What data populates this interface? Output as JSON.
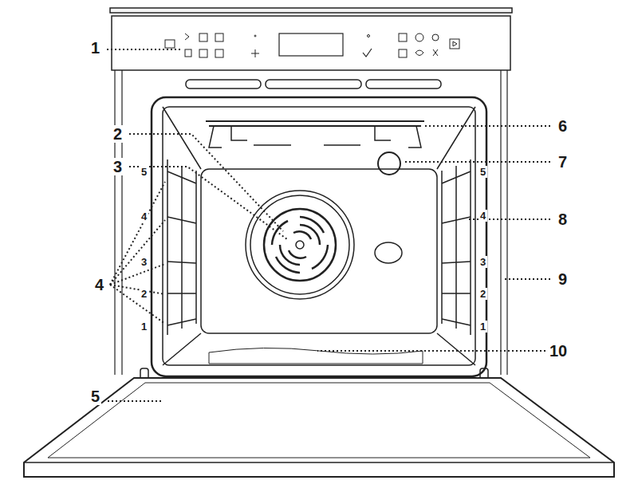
{
  "diagram": {
    "labels": [
      "1",
      "2",
      "6",
      "3",
      "5",
      "7",
      "5",
      "4",
      "4",
      "8",
      "3",
      "3",
      "4",
      "9",
      "2",
      "2",
      "1",
      "1",
      "10",
      "5"
    ]
  }
}
